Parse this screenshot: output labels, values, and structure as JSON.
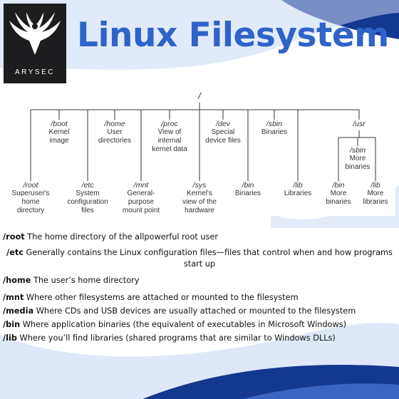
{
  "colors": {
    "accent": "#2e63c9",
    "wave_dark": "#14378f",
    "wave_mid": "#4a7bd9",
    "wave_light": "#c8d8f4",
    "logo_bg": "#1d1d1f"
  },
  "logo": {
    "text": "ARYSEC",
    "icon": "eagle-icon"
  },
  "title": "Linux Filesystem",
  "tree": {
    "root": "/",
    "nodes": [
      {
        "id": "boot",
        "path": "/boot",
        "desc": [
          "Kernel",
          "image"
        ]
      },
      {
        "id": "home",
        "path": "/home",
        "desc": [
          "User",
          "directories"
        ]
      },
      {
        "id": "proc",
        "path": "/proc",
        "desc": [
          "View of",
          "internal",
          "kernel data"
        ]
      },
      {
        "id": "dev",
        "path": "/dev",
        "desc": [
          "Special",
          "device files"
        ]
      },
      {
        "id": "sbin",
        "path": "/sbin",
        "desc": [
          "Binaries"
        ]
      },
      {
        "id": "usr",
        "path": "/usr",
        "desc": []
      },
      {
        "id": "root",
        "path": "/root",
        "desc": [
          "Superuser's",
          "home",
          "directory"
        ]
      },
      {
        "id": "etc",
        "path": "/etc",
        "desc": [
          "System",
          "configuration",
          "files"
        ]
      },
      {
        "id": "mnt",
        "path": "/mnt",
        "desc": [
          "General-",
          "purpose",
          "mount point"
        ]
      },
      {
        "id": "sys",
        "path": "/sys",
        "desc": [
          "Kernel's",
          "view of the",
          "hardware"
        ]
      },
      {
        "id": "bin",
        "path": "/bin",
        "desc": [
          "Binaries"
        ]
      },
      {
        "id": "lib",
        "path": "/lib",
        "desc": [
          "Libraries"
        ]
      },
      {
        "id": "usr_sbin",
        "path": "/sbin",
        "desc": [
          "More",
          "binaries"
        ]
      },
      {
        "id": "usr_bin",
        "path": "/bin",
        "desc": [
          "More",
          "binaries"
        ]
      },
      {
        "id": "usr_lib",
        "path": "/lib",
        "desc": [
          "More",
          "libraries"
        ]
      }
    ]
  },
  "descriptions": [
    {
      "path": "/root",
      "text": " The home directory of the allpowerful root user"
    },
    {
      "path": "/etc",
      "text": " Generally contains the Linux configuration files—files that control when and how programs start up"
    },
    {
      "path": "/home",
      "text": " The user’s home directory"
    },
    {
      "path": "/mnt",
      "text": " Where other filesystems are attached or mounted to the filesystem"
    },
    {
      "path": "/media",
      "text": " Where CDs and USB devices are usually attached or mounted to the filesystem"
    },
    {
      "path": "/bin",
      "text": " Where application binaries (the equivalent of executables in Microsoft Windows)"
    },
    {
      "path": "/lib",
      "text": " Where you’ll find libraries (shared programs that are similar to Windows DLLs)"
    }
  ]
}
